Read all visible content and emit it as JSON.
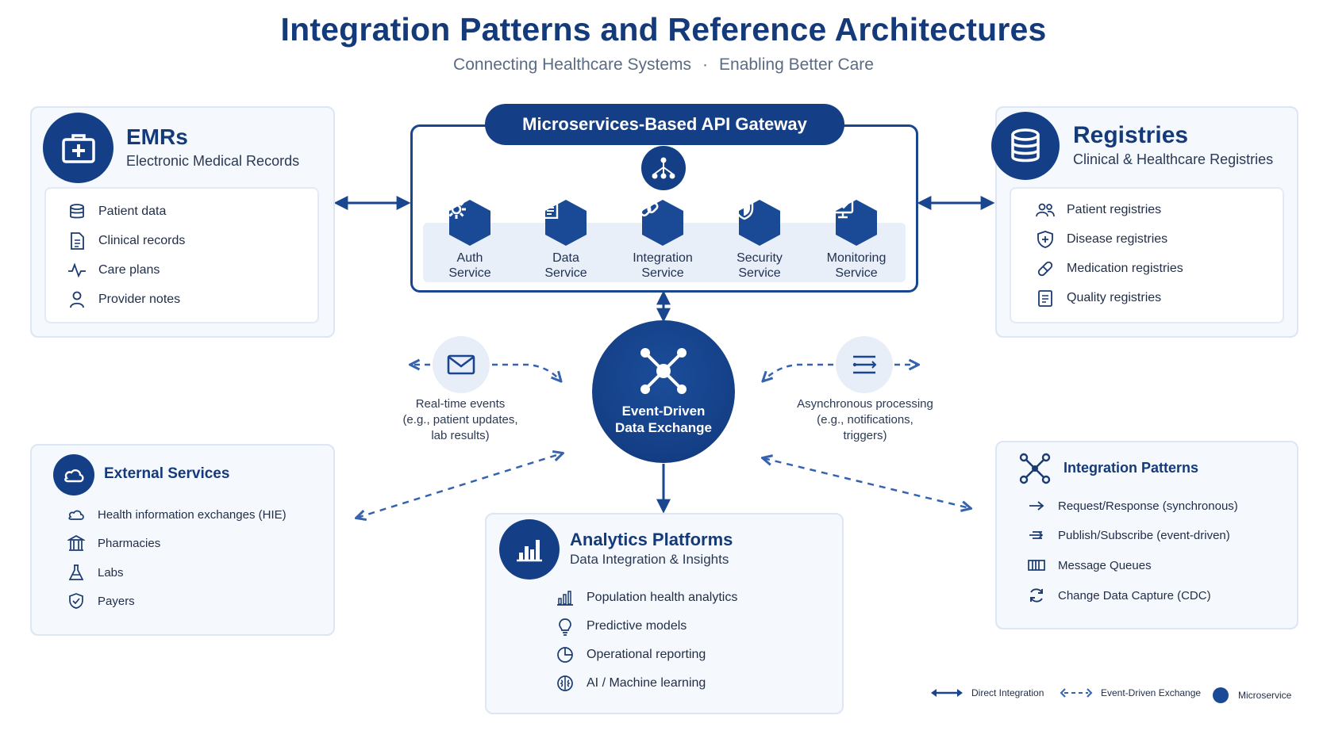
{
  "title": "Integration Patterns and Reference Architectures",
  "subtitle": {
    "left": "Connecting Healthcare Systems",
    "separator": "·",
    "right": "Enabling Better Care"
  },
  "emrs": {
    "title": "EMRs",
    "subtitle": "Electronic Medical Records",
    "items": [
      {
        "label": "Patient data",
        "icon": "database-icon"
      },
      {
        "label": "Clinical records",
        "icon": "document-icon"
      },
      {
        "label": "Care plans",
        "icon": "pulse-icon"
      },
      {
        "label": "Provider notes",
        "icon": "person-icon"
      }
    ]
  },
  "gateway": {
    "title": "Microservices-Based API Gateway",
    "services": [
      {
        "label": "Auth\nService",
        "icon": "gear-icon"
      },
      {
        "label": "Data\nService",
        "icon": "document-icon"
      },
      {
        "label": "Integration\nService",
        "icon": "link-icon"
      },
      {
        "label": "Security\nService",
        "icon": "shield-icon"
      },
      {
        "label": "Monitoring\nService",
        "icon": "monitor-icon"
      }
    ]
  },
  "registries": {
    "title": "Registries",
    "subtitle": "Clinical & Healthcare Registries",
    "items": [
      {
        "label": "Patient registries",
        "icon": "users-icon"
      },
      {
        "label": "Disease registries",
        "icon": "shield-plus-icon"
      },
      {
        "label": "Medication registries",
        "icon": "pill-icon"
      },
      {
        "label": "Quality registries",
        "icon": "clipboard-icon"
      }
    ]
  },
  "hub": {
    "label": "Event-Driven\nData Exchange"
  },
  "flows": {
    "left": "Real-time events\n(e.g., patient updates,\nlab results)",
    "right": "Asynchronous processing\n(e.g., notifications,\ntriggers)"
  },
  "external": {
    "title": "External Services",
    "items": [
      {
        "label": "Health information exchanges (HIE)",
        "icon": "cloud-icon"
      },
      {
        "label": "Pharmacies",
        "icon": "building-icon"
      },
      {
        "label": "Labs",
        "icon": "flask-icon"
      },
      {
        "label": "Payers",
        "icon": "shield-check-icon"
      }
    ]
  },
  "analytics": {
    "title": "Analytics Platforms",
    "subtitle": "Data Integration & Insights",
    "items": [
      {
        "label": "Population health analytics",
        "icon": "bar-chart-icon"
      },
      {
        "label": "Predictive models",
        "icon": "lightbulb-icon"
      },
      {
        "label": "Operational reporting",
        "icon": "pie-chart-icon"
      },
      {
        "label": "AI / Machine learning",
        "icon": "brain-icon"
      }
    ]
  },
  "patterns": {
    "title": "Integration Patterns",
    "items": [
      {
        "label": "Request/Response (synchronous)",
        "icon": "arrow-right-icon"
      },
      {
        "label": "Publish/Subscribe (event-driven)",
        "icon": "broadcast-icon"
      },
      {
        "label": "Message Queues",
        "icon": "queue-icon"
      },
      {
        "label": "Change Data Capture (CDC)",
        "icon": "refresh-icon"
      }
    ]
  },
  "legend": {
    "direct": "Direct Integration",
    "event": "Event-Driven Exchange",
    "micro": "Microservice"
  },
  "colors": {
    "primary": "#143f86",
    "accent": "#2a5db0",
    "panel": "#f5f8fd"
  }
}
